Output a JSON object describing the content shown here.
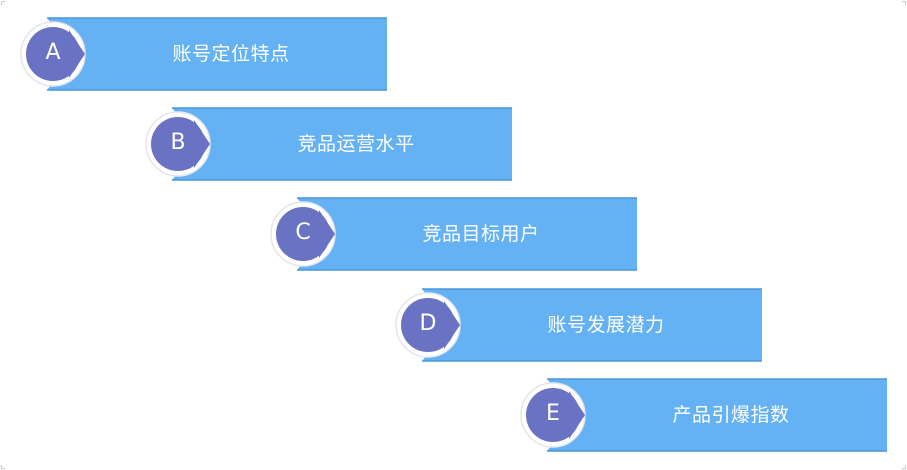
{
  "colors": {
    "banner": "#64b1f3",
    "banner_edge": "#4a97da",
    "circle": "#6a72c3",
    "ring": "#e4e5ef",
    "text": "#ffffff"
  },
  "steps": [
    {
      "letter": "A",
      "label": "账号定位特点"
    },
    {
      "letter": "B",
      "label": "竞品运营水平"
    },
    {
      "letter": "C",
      "label": "竞品目标用户"
    },
    {
      "letter": "D",
      "label": "账号发展潜力"
    },
    {
      "letter": "E",
      "label": "产品引爆指数"
    }
  ]
}
